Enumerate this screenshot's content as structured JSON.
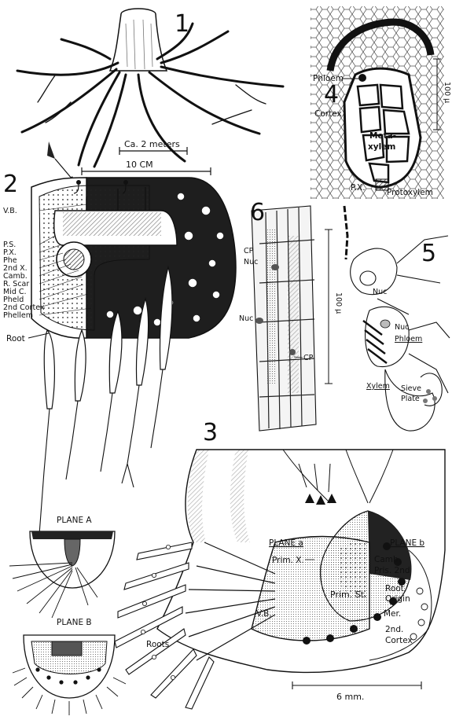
{
  "figure_numbers": {
    "fig1": "1",
    "fig2": "2",
    "fig3": "3",
    "fig4": "4",
    "fig5": "5",
    "fig6": "6"
  },
  "fig1": {
    "scale": "Ca. 2 meters"
  },
  "fig2": {
    "scale": "10 CM",
    "labels": [
      "V.B.",
      "P.S.",
      "P.X.",
      "Phe",
      "2nd X.",
      "Camb.",
      "R. Scar",
      "Mid C.",
      "Pheld",
      "2nd Cortex",
      "Phellem"
    ],
    "root": "Root"
  },
  "fig4": {
    "phloem": "Phloem",
    "cortex": "Cortex",
    "meta1": "Meta-",
    "meta2": "xylem",
    "px": "P.X.",
    "protoxylem": "Protoxylem",
    "scale": "100 µ"
  },
  "fig5": {
    "nuc1": "Nuc",
    "nuc2": "Nuc",
    "phloem": "Phloem",
    "xylem": "Xylem",
    "sieve1": "Sieve",
    "sieve2": "Plate"
  },
  "fig6": {
    "cp1": "CP",
    "nuc1": "Nuc",
    "nuc2": "Nuc",
    "cp2": "CP",
    "scale": "100 µ"
  },
  "fig3": {
    "plane_a_title": "PLANE A",
    "plane_b_title": "PLANE B",
    "plane_a": "PLANE a",
    "plane_b": "PLANE b",
    "prim_x": "Prim. X.",
    "vb": "V.B.",
    "roots": "Roots",
    "prim_st": "Prim. St.",
    "camb": "Camb.",
    "pris_2nd": "Pris. 2nd",
    "root_origin_1": "Root",
    "root_origin_2": "Origin",
    "mer": "Mer.",
    "cortex_1": "2nd.",
    "cortex_2": "Cortex",
    "scale": "6 mm."
  },
  "colors": {
    "ink": "#111111",
    "paper": "#ffffff",
    "shade": "#555555"
  }
}
